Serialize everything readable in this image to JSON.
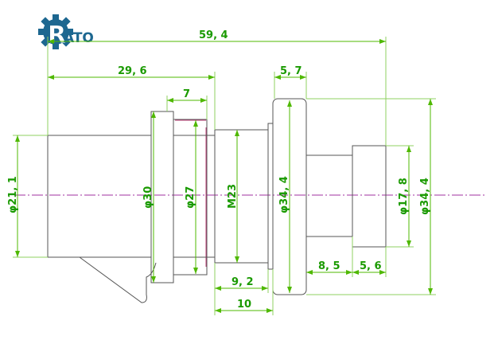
{
  "logo": {
    "text": "RATO",
    "color": "#1d6790"
  },
  "dimensions": {
    "overall_length": "59, 4",
    "front_length": "29, 6",
    "flange_width": "5, 7",
    "ring_width": "7",
    "front_dia": "φ21, 1",
    "ring_outer_dia": "φ30",
    "ring_inner_dia": "φ27",
    "thread": "M23",
    "flange_dia": "φ34, 4",
    "rear_dia": "φ17, 8",
    "overall_dia": "φ34, 4",
    "thread_length": "9, 2",
    "thread_to_flange": "10",
    "neck_length": "8, 5",
    "rear_length": "5, 6"
  },
  "colors": {
    "dimension": "#4fb800",
    "outline": "#555555",
    "centerline": "#a030a0"
  }
}
